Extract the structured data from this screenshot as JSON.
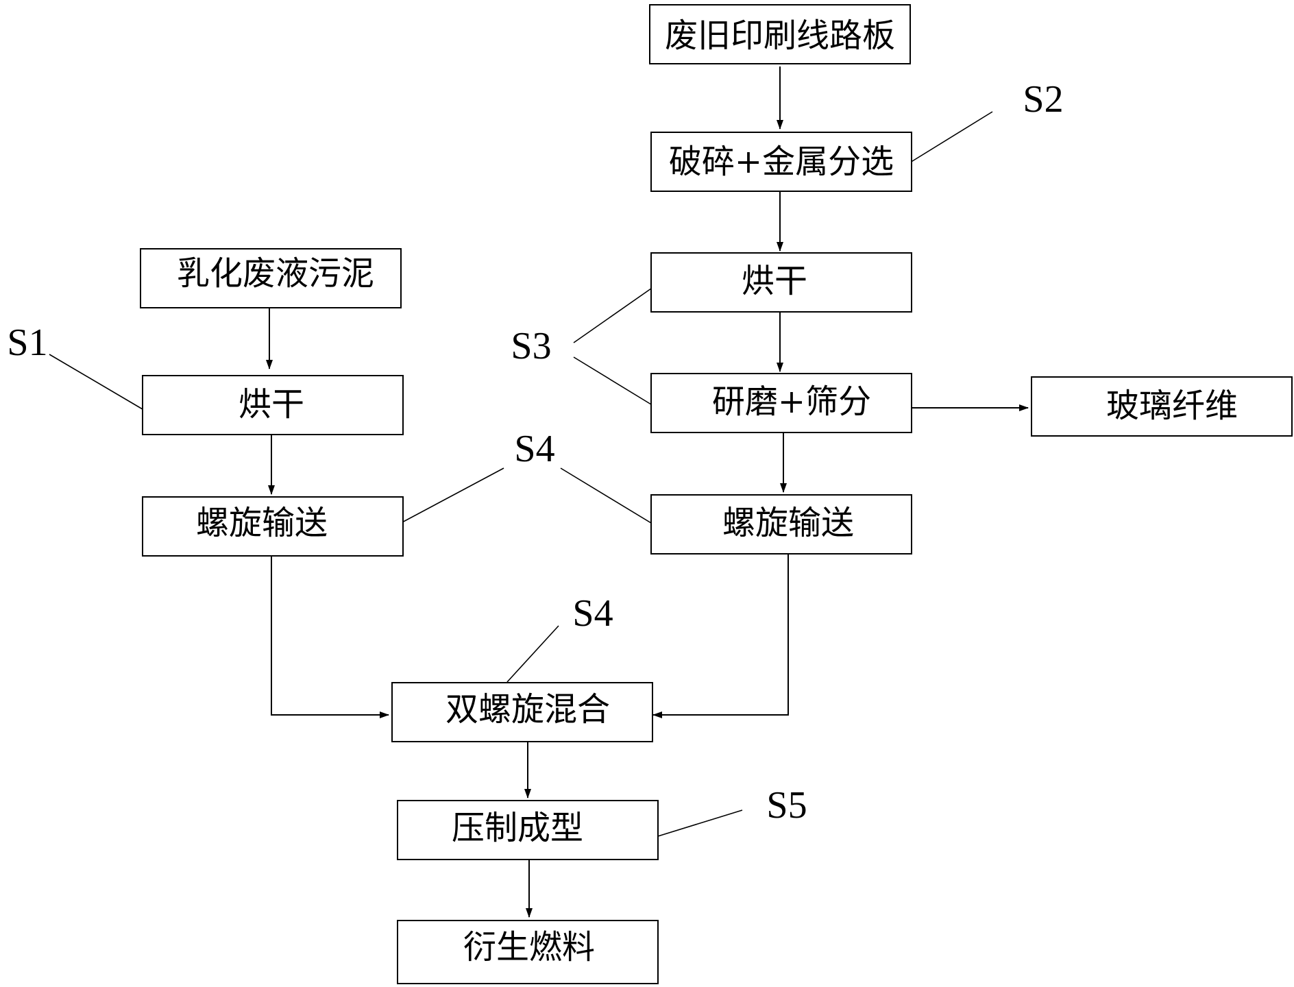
{
  "diagram": {
    "nodes": [
      {
        "id": "pcb",
        "label": "废旧印刷线路板"
      },
      {
        "id": "crush",
        "label": "破碎+金属分选"
      },
      {
        "id": "dry_r",
        "label": "烘干"
      },
      {
        "id": "grind",
        "label": "研磨+筛分"
      },
      {
        "id": "fiber",
        "label": "玻璃纤维"
      },
      {
        "id": "screw_r",
        "label": "螺旋输送"
      },
      {
        "id": "sludge",
        "label": "乳化废液污泥"
      },
      {
        "id": "dry_l",
        "label": "烘干"
      },
      {
        "id": "screw_l",
        "label": "螺旋输送"
      },
      {
        "id": "mix",
        "label": "双螺旋混合"
      },
      {
        "id": "press",
        "label": "压制成型"
      },
      {
        "id": "fuel",
        "label": "衍生燃料"
      }
    ],
    "edges": [
      {
        "from": "pcb",
        "to": "crush"
      },
      {
        "from": "crush",
        "to": "dry_r"
      },
      {
        "from": "dry_r",
        "to": "grind"
      },
      {
        "from": "grind",
        "to": "fiber"
      },
      {
        "from": "grind",
        "to": "screw_r"
      },
      {
        "from": "sludge",
        "to": "dry_l"
      },
      {
        "from": "dry_l",
        "to": "screw_l"
      },
      {
        "from": "screw_l",
        "to": "mix"
      },
      {
        "from": "screw_r",
        "to": "mix"
      },
      {
        "from": "mix",
        "to": "press"
      },
      {
        "from": "press",
        "to": "fuel"
      }
    ],
    "step_labels": [
      {
        "id": "s1",
        "text": "S1"
      },
      {
        "id": "s2",
        "text": "S2"
      },
      {
        "id": "s3",
        "text": "S3"
      },
      {
        "id": "s4_top",
        "text": "S4"
      },
      {
        "id": "s4_mix",
        "text": "S4"
      },
      {
        "id": "s5",
        "text": "S5"
      }
    ]
  }
}
